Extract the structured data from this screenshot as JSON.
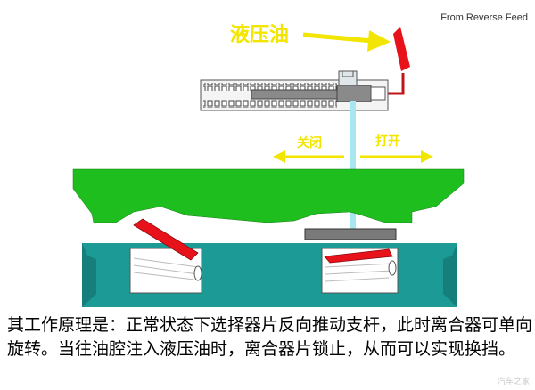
{
  "source_label": "From Reverse Feed",
  "labels": {
    "hydraulic_oil": "液压油",
    "close": "关闭",
    "open": "打开"
  },
  "caption": "其工作原理是：正常状态下选择器片反向推动支杆，此时离合器可单向旋转。当往油腔注入液压油时，离合器片锁止，从而可以实现换挡。",
  "watermark": "汽车之家",
  "colors": {
    "green_plate": "#1fbe1f",
    "teal_base": "#1b9a96",
    "red_selector": "#e8121a",
    "yellow_label": "#f2e500",
    "rod": "#a8e6f0"
  }
}
